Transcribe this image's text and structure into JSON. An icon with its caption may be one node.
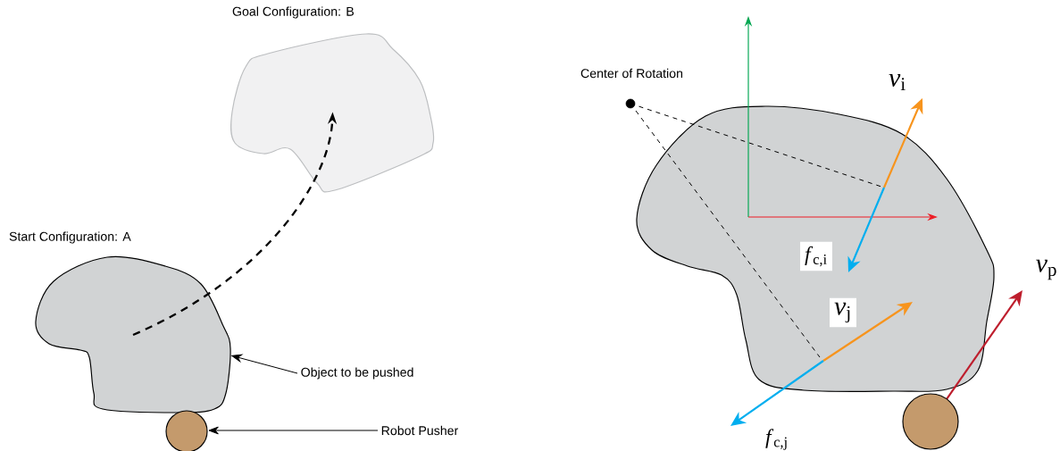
{
  "diagram": {
    "nodes": [
      {
        "text": [
          "Start Configuration: A"
        ]
      },
      {
        "text": [
          "Goal Configuration: B"
        ]
      },
      {
        "text": [
          "Object to be pushed"
        ]
      },
      {
        "text": [],
        "shape": "circle"
      },
      {
        "text": [
          "Robot Pusher"
        ]
      },
      {
        "text": [],
        "shape": "blob"
      },
      {
        "text": [],
        "shape": "circle",
        "beside": [
          "Center of Rotation"
        ]
      },
      {
        "text": [],
        "shape": "circle"
      }
    ],
    "edges": [
      {
        "from": 0,
        "to": 1,
        "arrow": "to",
        "style": "dashed"
      },
      {
        "from": 2,
        "to": 0,
        "arrow": "to"
      },
      {
        "from": 4,
        "to": 3,
        "arrow": "to"
      }
    ],
    "labels": [
      "*v*$_{i}$",
      "*f*$_{c,i}$",
      "*v*$_{j}$",
      "*f*$_{c,j}$",
      "*v*$_{p}$"
    ]
  }
}
